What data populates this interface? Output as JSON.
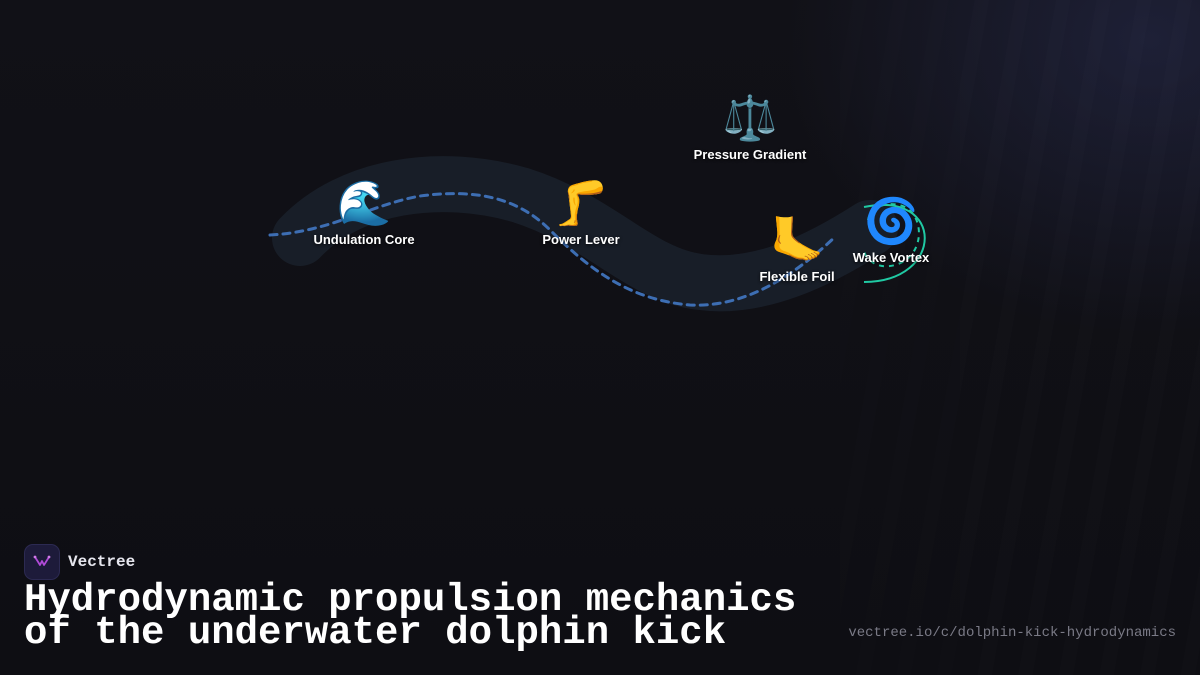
{
  "brand": {
    "name": "Vectree"
  },
  "title": "Hydrodynamic propulsion mechanics of the underwater dolphin kick",
  "url": "vectree.io/c/dolphin-kick-hydrodynamics",
  "colors": {
    "background": "#0f0f14",
    "band": "#1a212c",
    "wave_dash": "#3d6eb3",
    "vortex": "#20c9a3",
    "logo_accent": "#b04ad8"
  },
  "nodes": [
    {
      "id": "undulation",
      "icon": "water-wave-icon",
      "emoji": "🌊",
      "label": "Undulation Core"
    },
    {
      "id": "power",
      "icon": "leg-icon",
      "emoji": "🦵",
      "label": "Power Lever"
    },
    {
      "id": "pressure",
      "icon": "balance-scale-icon",
      "emoji": "⚖️",
      "label": "Pressure Gradient"
    },
    {
      "id": "foil",
      "icon": "foot-icon",
      "emoji": "🦶",
      "label": "Flexible Foil"
    },
    {
      "id": "vortex",
      "icon": "cyclone-icon",
      "emoji": "🌀",
      "label": "Wake Vortex"
    }
  ]
}
